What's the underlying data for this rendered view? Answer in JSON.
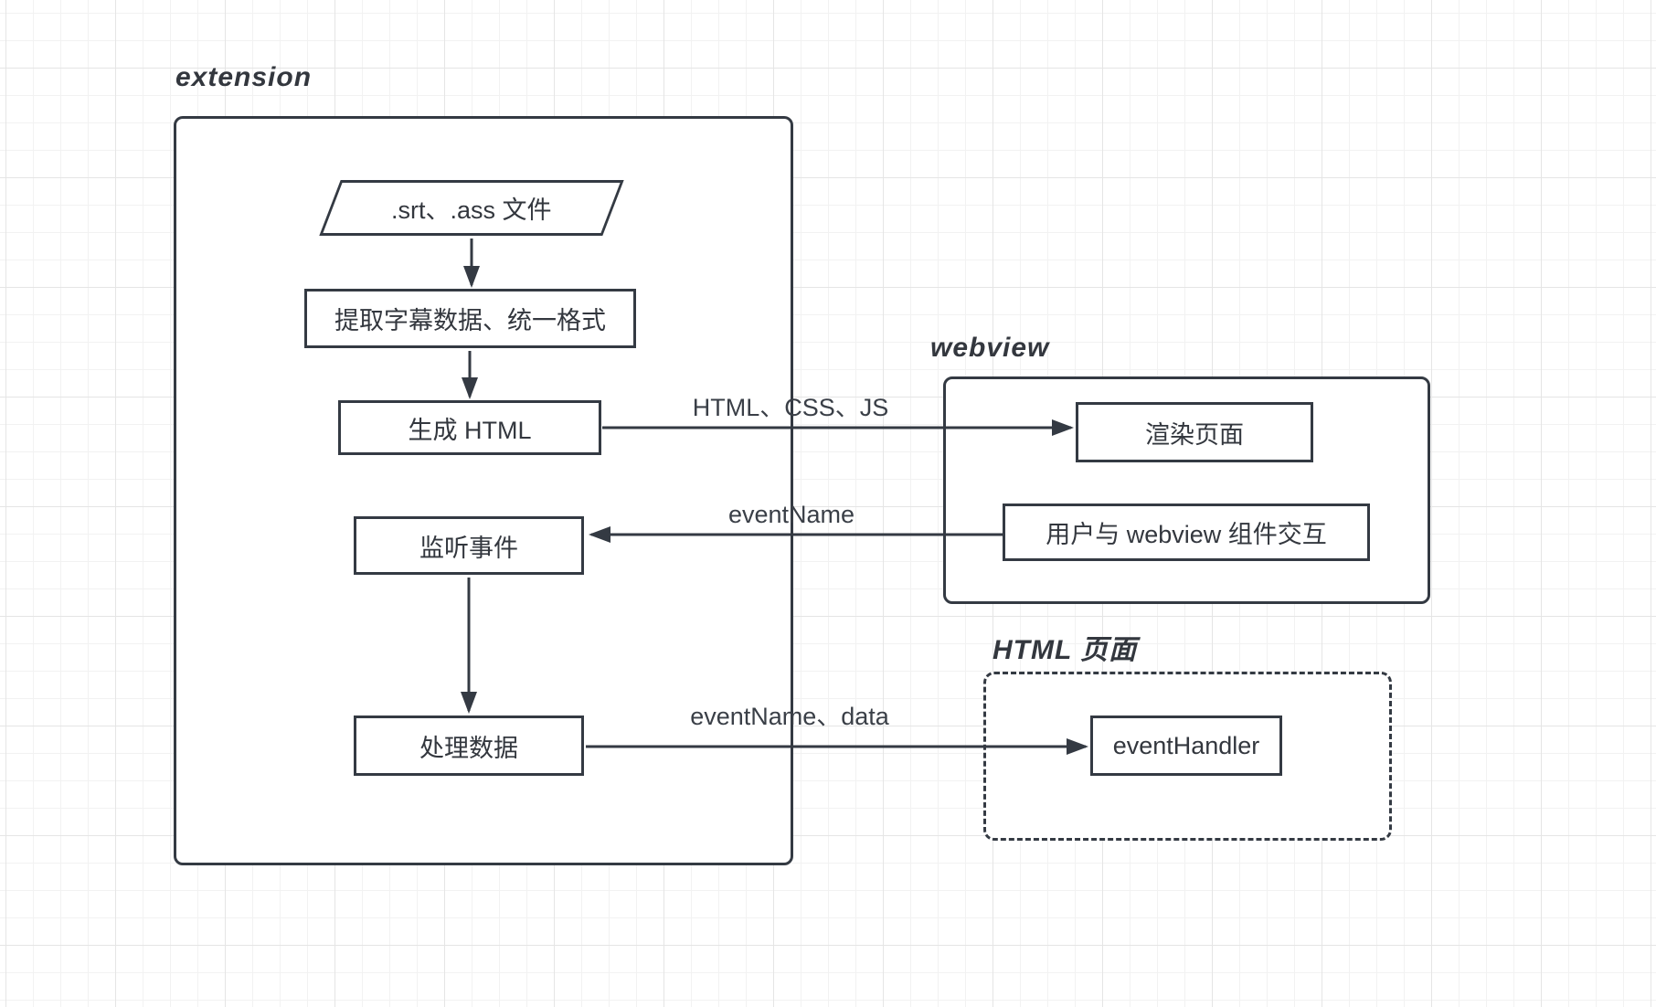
{
  "diagram": {
    "containers": [
      {
        "id": "extension",
        "label": "extension"
      },
      {
        "id": "webview",
        "label": "webview"
      },
      {
        "id": "html-page",
        "label": "HTML 页面"
      }
    ],
    "nodes": {
      "subtitle_files": {
        "label": ".srt、.ass 文件",
        "shape": "parallelogram",
        "container": "extension"
      },
      "extract_format": {
        "label": "提取字幕数据、统一格式",
        "shape": "rect",
        "container": "extension"
      },
      "generate_html": {
        "label": "生成 HTML",
        "shape": "rect",
        "container": "extension"
      },
      "listen_events": {
        "label": "监听事件",
        "shape": "rect",
        "container": "extension"
      },
      "process_data": {
        "label": "处理数据",
        "shape": "rect",
        "container": "extension"
      },
      "render_page": {
        "label": "渲染页面",
        "shape": "rect",
        "container": "webview"
      },
      "user_interaction": {
        "label": "用户与 webview 组件交互",
        "shape": "rect",
        "container": "webview"
      },
      "event_handler": {
        "label": "eventHandler",
        "shape": "rect",
        "container": "html-page"
      }
    },
    "edges": [
      {
        "from": "subtitle_files",
        "to": "extract_format",
        "label": ""
      },
      {
        "from": "extract_format",
        "to": "generate_html",
        "label": ""
      },
      {
        "from": "generate_html",
        "to": "render_page",
        "label": "HTML、CSS、JS"
      },
      {
        "from": "user_interaction",
        "to": "listen_events",
        "label": "eventName"
      },
      {
        "from": "listen_events",
        "to": "process_data",
        "label": ""
      },
      {
        "from": "process_data",
        "to": "event_handler",
        "label": "eventName、data"
      }
    ],
    "colors": {
      "stroke": "#343a43",
      "text": "#33373e",
      "grid_minor": "#f2f2f2",
      "grid_major": "#e5e5e5",
      "background": "#ffffff"
    }
  }
}
